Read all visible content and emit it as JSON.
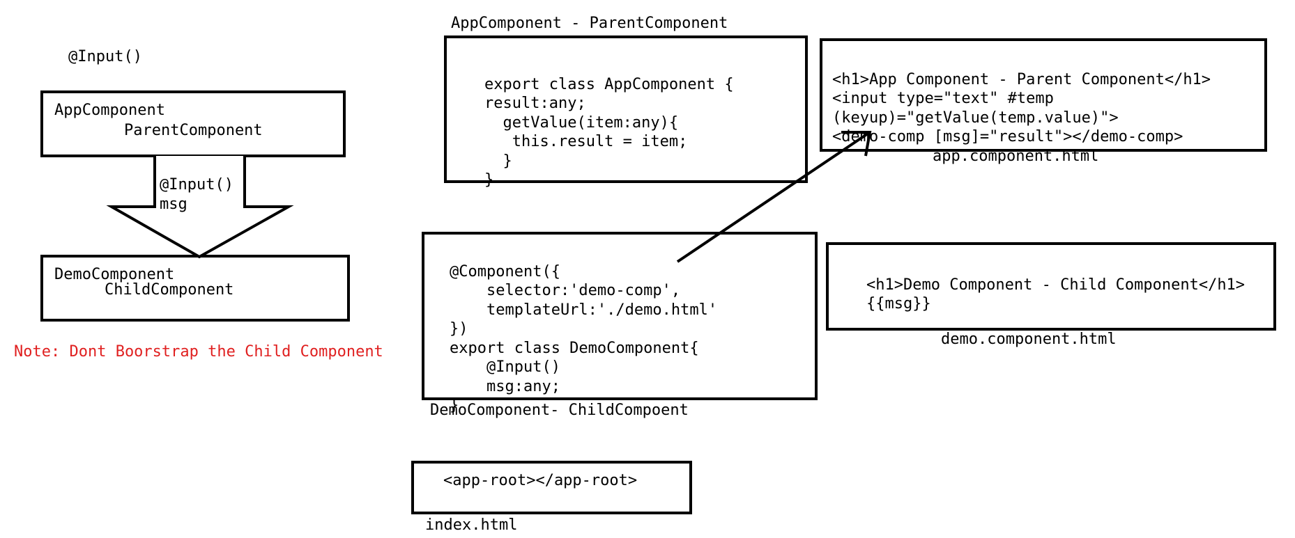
{
  "left": {
    "input_title": "@Input()",
    "parent_box": {
      "line1": "AppComponent",
      "line2": "ParentComponent"
    },
    "arrow_label": {
      "line1": "@Input()",
      "line2": "msg"
    },
    "child_box": {
      "line1": "DemoComponent",
      "line2": "ChildComponent"
    },
    "note": "Note: Dont Boorstrap the Child Component",
    "note_color": "#e02020"
  },
  "app_component_ts": {
    "title": "AppComponent - ParentComponent",
    "lines": [
      "export class AppComponent {",
      "result:any;",
      "  getValue(item:any){",
      "   this.result = item;",
      "  }",
      "}"
    ]
  },
  "app_component_html": {
    "lines": [
      "<h1>App Component - Parent Component</h1>",
      "<input type=\"text\" #temp",
      "(keyup)=\"getValue(temp.value)\">",
      "<demo-comp [msg]=\"result\"></demo-comp>"
    ],
    "caption": "app.component.html"
  },
  "demo_component_ts": {
    "lines": [
      "@Component({",
      "    selector:'demo-comp',",
      "    templateUrl:'./demo.html'",
      "})",
      "export class DemoComponent{",
      "    @Input()",
      "    msg:any;",
      "}"
    ],
    "caption": "DemoComponent- ChildCompoent"
  },
  "demo_component_html": {
    "lines": [
      "<h1>Demo Component - Child Component</h1>",
      "{{msg}}"
    ],
    "caption": "demo.component.html"
  },
  "index_html": {
    "line": "<app-root></app-root>",
    "caption": "index.html"
  }
}
